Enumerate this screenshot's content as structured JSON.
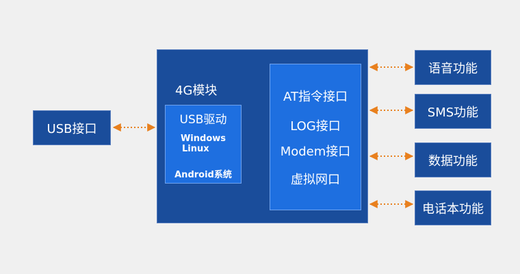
{
  "usb_interface": "USB接口",
  "module": {
    "title": "4G模块",
    "driver_box": {
      "title": "USB驱动",
      "lines": [
        "Windows",
        "Linux",
        "Android系统"
      ]
    },
    "interface_box": {
      "lines": [
        "AT指令接口",
        "LOG接口",
        "Modem接口",
        "虚拟网口"
      ]
    }
  },
  "features": [
    "语音功能",
    "SMS功能",
    "数据功能",
    "电话本功能"
  ],
  "colors": {
    "background": "#f0f0f0",
    "module_fill": "#1a4d9b",
    "inner_fill": "#1e6fe0",
    "arrow": "#e8801e"
  }
}
